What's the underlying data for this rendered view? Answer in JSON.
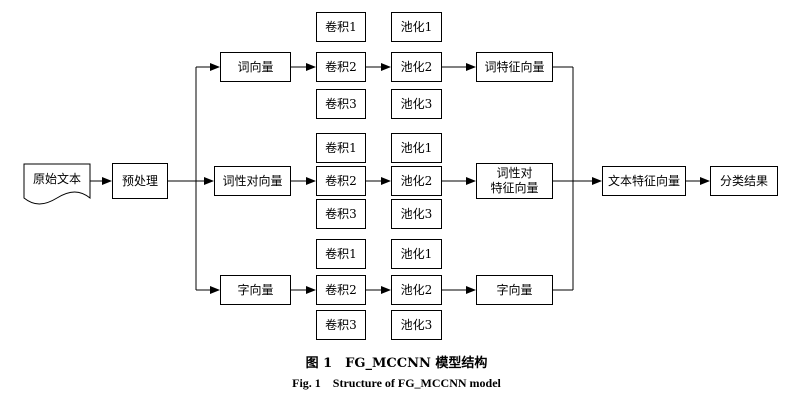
{
  "nodes": {
    "raw_text": "原始文本",
    "preprocess": "预处理",
    "word_vec": "词向量",
    "pos_vec": "词性对向量",
    "char_vec": "字向量",
    "conv1": "卷积1",
    "conv2": "卷积2",
    "conv3": "卷积3",
    "pool1": "池化1",
    "pool2": "池化2",
    "pool3": "池化3",
    "word_feat": "词特征向量",
    "pos_feat": "词性对\n特征向量",
    "char_out": "字向量",
    "text_feat": "文本特征向量",
    "classify": "分类结果"
  },
  "caption": {
    "zh": "图 1　FG_MCCNN 模型结构",
    "en": "Fig. 1　Structure of FG_MCCNN model"
  }
}
